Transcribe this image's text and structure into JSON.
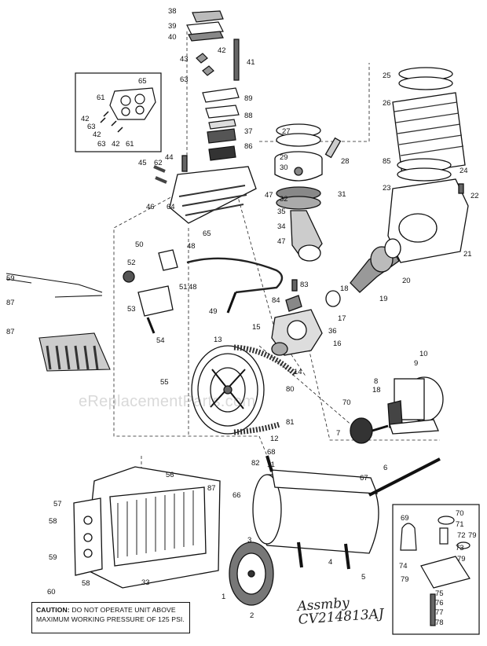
{
  "diagram": {
    "watermark": "eReplacementParts.com",
    "caution": {
      "lead": "CAUTION:",
      "text": "DO NOT OPERATE UNIT ABOVE MAXIMUM WORKING PRESSURE OF 125 PSI."
    },
    "handwritten_note": {
      "line1": "Assmby",
      "line2": "CV214813AJ"
    },
    "part_numbers": [
      "1",
      "2",
      "3",
      "4",
      "5",
      "6",
      "7",
      "8",
      "9",
      "10",
      "11",
      "12",
      "13",
      "14",
      "15",
      "16",
      "17",
      "18",
      "19",
      "20",
      "21",
      "22",
      "23",
      "24",
      "25",
      "26",
      "27",
      "28",
      "29",
      "30",
      "31",
      "32",
      "33",
      "34",
      "35",
      "36",
      "37",
      "38",
      "39",
      "40",
      "41",
      "42",
      "43",
      "44",
      "45",
      "46",
      "47",
      "48",
      "49",
      "50",
      "51",
      "52",
      "53",
      "54",
      "55",
      "56",
      "57",
      "58",
      "59",
      "60",
      "61",
      "62",
      "63",
      "64",
      "65",
      "66",
      "67",
      "68",
      "69",
      "70",
      "71",
      "72",
      "73",
      "74",
      "75",
      "76",
      "77",
      "78",
      "79",
      "80",
      "81",
      "82",
      "83",
      "84",
      "85",
      "86",
      "87",
      "88",
      "89"
    ]
  }
}
